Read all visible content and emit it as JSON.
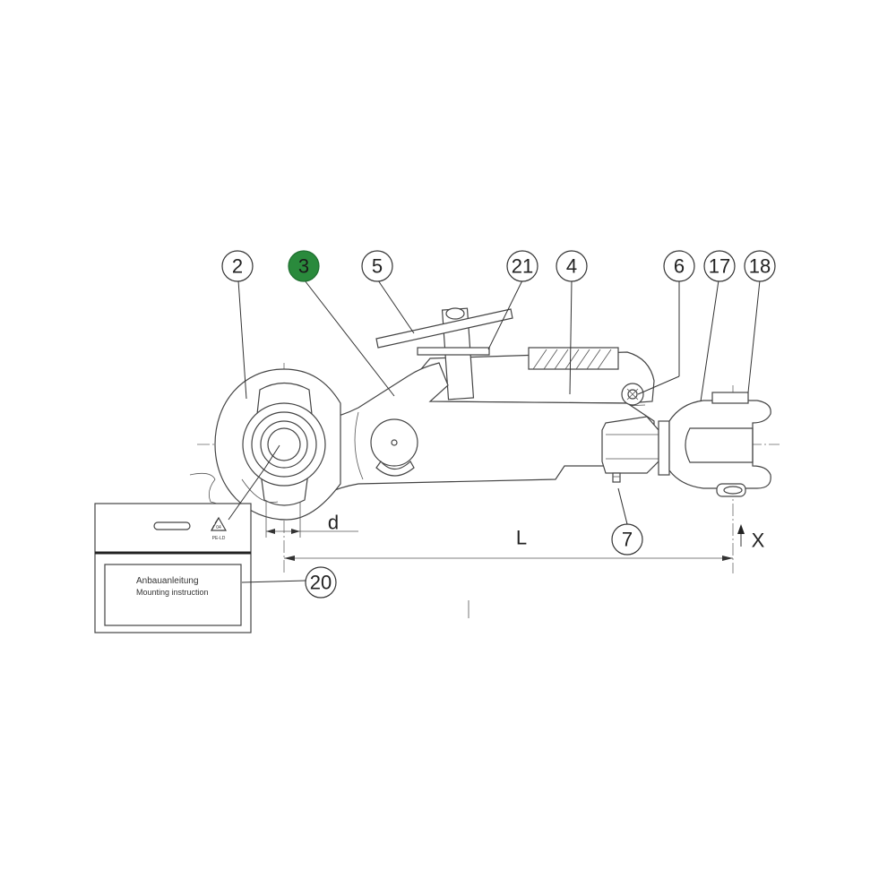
{
  "diagram": {
    "callouts": [
      {
        "id": "2",
        "label": "2",
        "highlight": false
      },
      {
        "id": "3",
        "label": "3",
        "highlight": true
      },
      {
        "id": "5",
        "label": "5",
        "highlight": false
      },
      {
        "id": "21",
        "label": "21",
        "highlight": false
      },
      {
        "id": "4",
        "label": "4",
        "highlight": false
      },
      {
        "id": "6",
        "label": "6",
        "highlight": false
      },
      {
        "id": "17",
        "label": "17",
        "highlight": false
      },
      {
        "id": "18",
        "label": "18",
        "highlight": false
      },
      {
        "id": "7",
        "label": "7",
        "highlight": false
      },
      {
        "id": "20",
        "label": "20",
        "highlight": false
      }
    ],
    "dimensions": {
      "d": "d",
      "L": "L",
      "X": "X"
    },
    "bag": {
      "title": "Anbauanleitung",
      "subtitle": "Mounting instruction",
      "recycle_code": "04",
      "recycle_material": "PE-LD"
    },
    "colors": {
      "highlight": "#2a8a3c",
      "line": "#444444"
    }
  }
}
